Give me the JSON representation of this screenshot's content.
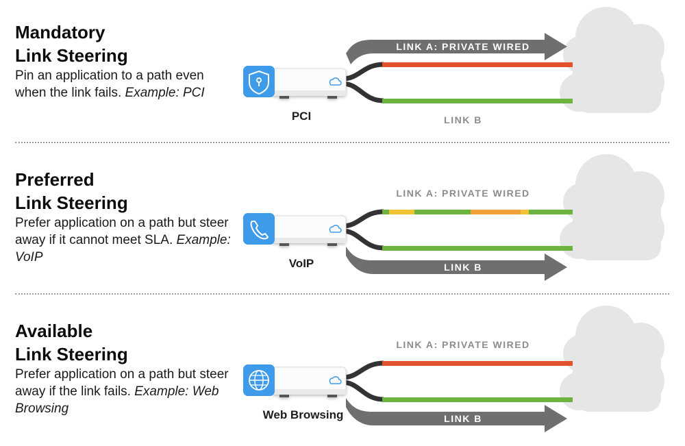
{
  "sections": [
    {
      "title_line1": "Mandatory",
      "title_line2": "Link Steering",
      "desc_text": "Pin an application to a path even when the link fails. ",
      "desc_example": "Example: PCI",
      "app_label": "PCI",
      "app_icon": "shield-lock-icon",
      "link_a": "LINK A: PRIVATE WIRED",
      "link_b": "LINK B",
      "arrow_on": "link-a",
      "link_a_color": "#e2532b",
      "link_b_color": "#6cb33f"
    },
    {
      "title_line1": "Preferred",
      "title_line2": "Link Steering",
      "desc_text": "Prefer application on a path but steer away if it cannot meet SLA. ",
      "desc_example": "Example: VoIP",
      "app_label": "VoIP",
      "app_icon": "phone-icon",
      "link_a": "LINK A: PRIVATE WIRED",
      "link_b": "LINK B",
      "arrow_on": "link-b",
      "link_a_color": "segmented green / yellow / orange",
      "link_b_color": "#6cb33f"
    },
    {
      "title_line1": "Available",
      "title_line2": "Link Steering",
      "desc_text": "Prefer application on a path but steer away if the link fails. ",
      "desc_example": "Example: Web Browsing",
      "app_label": "Web Browsing",
      "app_icon": "globe-icon",
      "link_a": "LINK A: PRIVATE WIRED",
      "link_b": "LINK B",
      "arrow_on": "link-b",
      "link_a_color": "#e2532b",
      "link_b_color": "#6cb33f"
    }
  ],
  "colors": {
    "icon_blue": "#3d9be9",
    "arrow_gray": "#6f6f6f",
    "cloud": "#e6e6e6",
    "text": "#111111"
  }
}
